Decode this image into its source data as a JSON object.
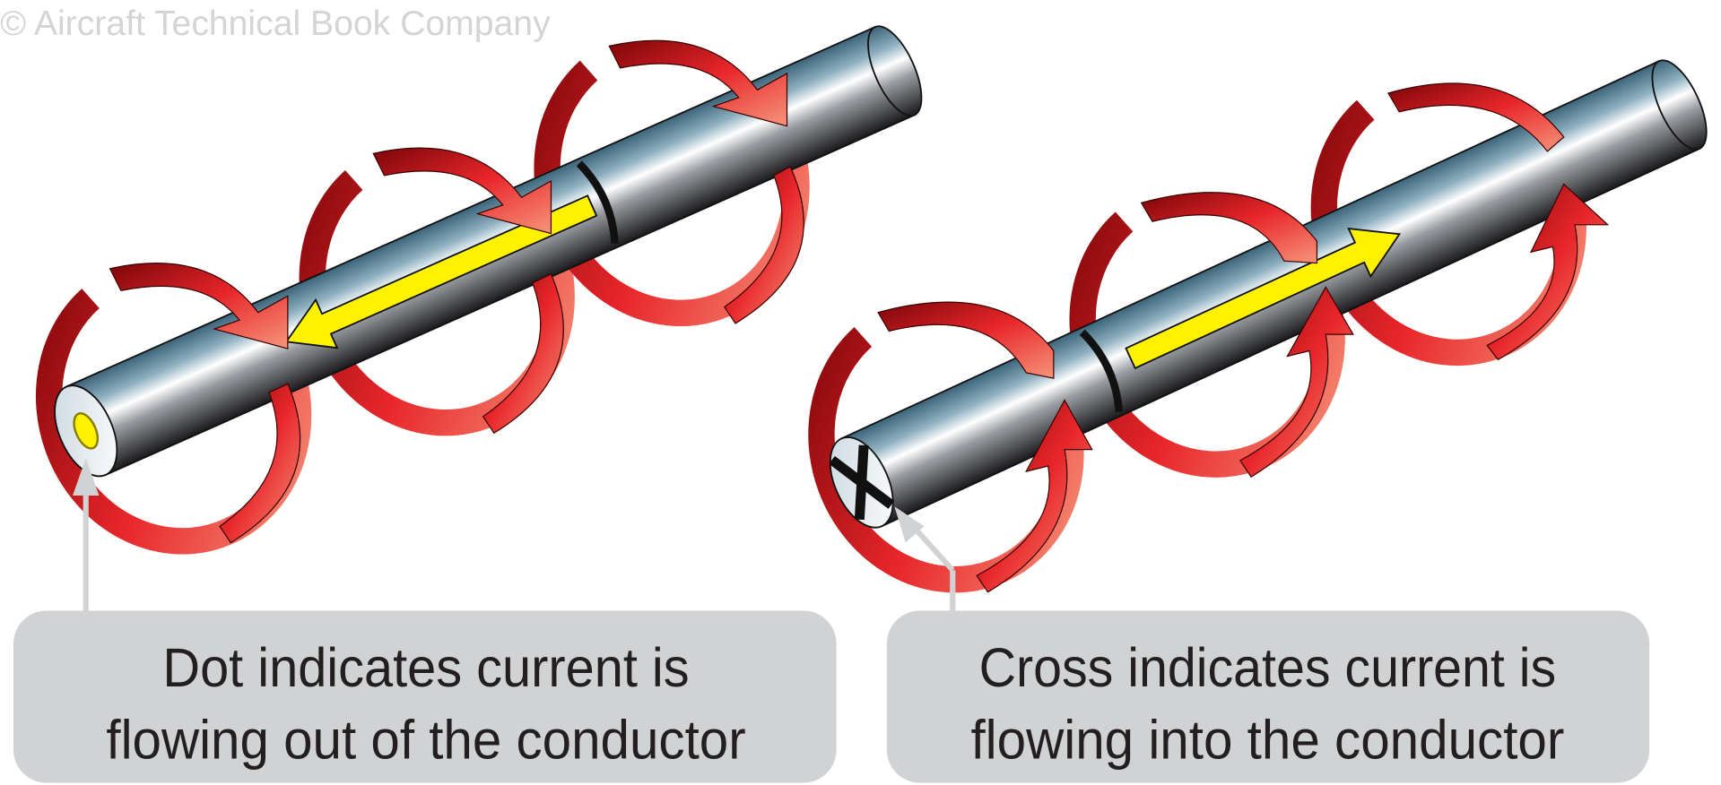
{
  "watermark": "© Aircraft Technical Book Company",
  "left_panel": {
    "symbol": "dot",
    "caption_line1": "Dot indicates current is",
    "caption_line2": "flowing out of the conductor"
  },
  "right_panel": {
    "symbol": "cross",
    "caption_line1": "Cross indicates current is",
    "caption_line2": "flowing into the conductor"
  },
  "colors": {
    "field_lines": "#e2231a",
    "current_arrow": "#fff200",
    "conductor": "#4a7890",
    "caption_box": "#d1d2d4"
  }
}
